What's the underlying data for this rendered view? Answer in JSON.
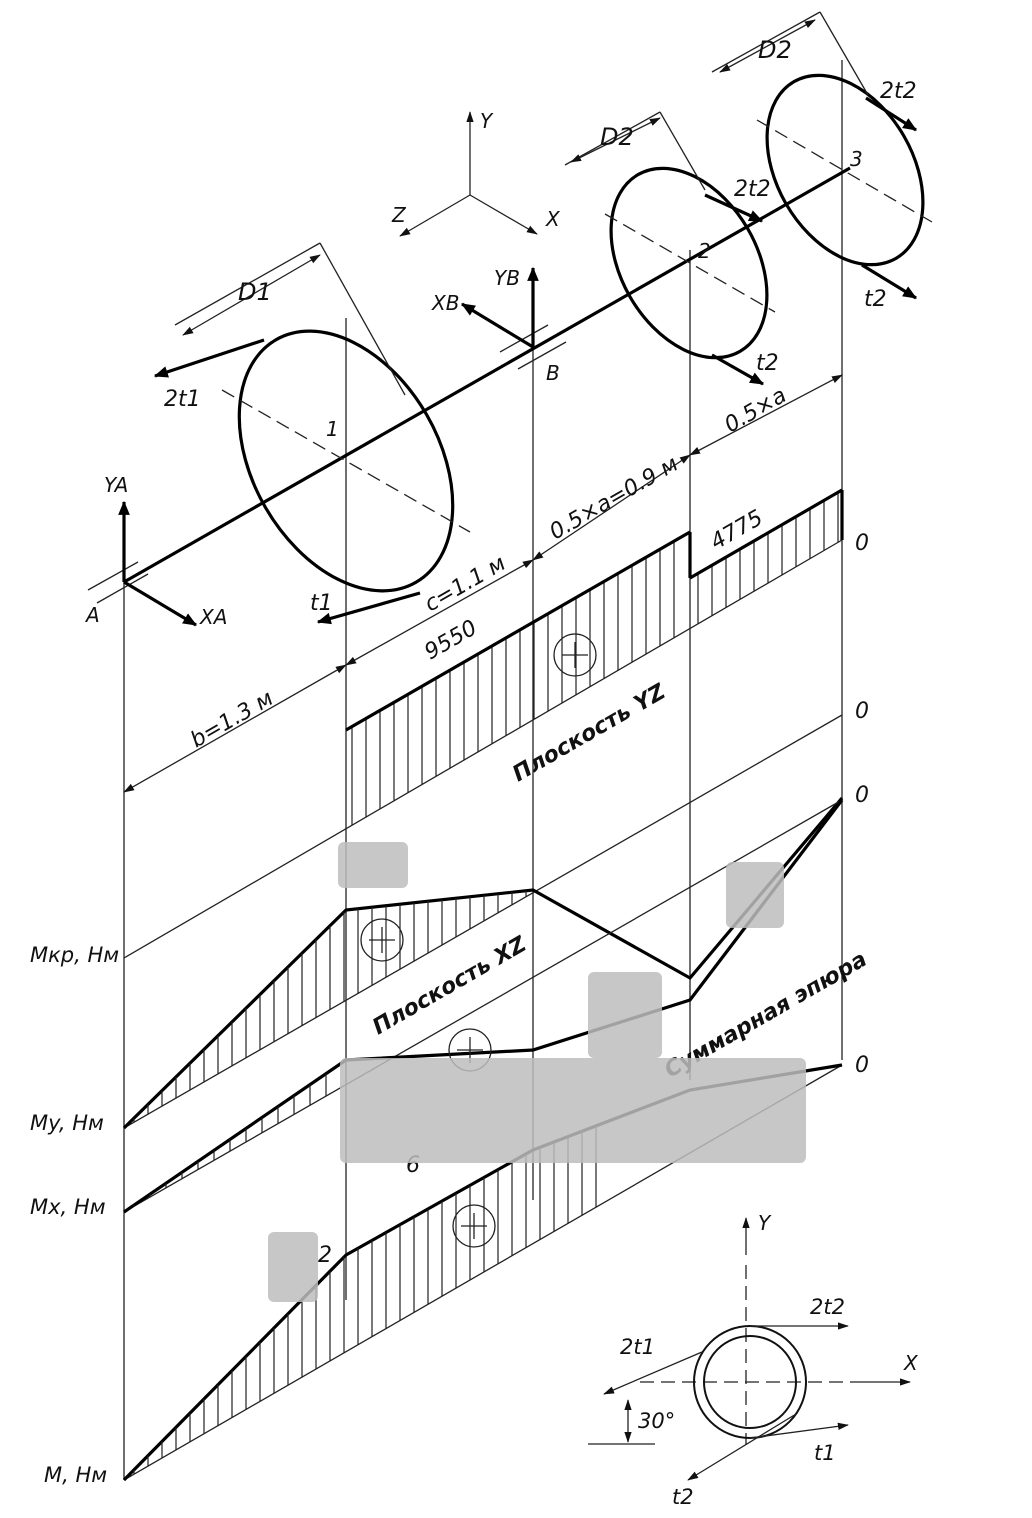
{
  "axes": {
    "y": "Y",
    "x": "X",
    "z": "Z"
  },
  "supports": {
    "a_label": "A",
    "ya_label": "YA",
    "xa_label": "XA",
    "b_label": "B",
    "yb_label": "YB",
    "xb_label": "XB"
  },
  "wheels": {
    "w1_number": "1",
    "w1_diameter": "D1",
    "w1_force_2t": "2t1",
    "w1_force_t": "t1",
    "w2_number": "2",
    "w2_diameter": "D2",
    "w2_force_2t": "2t2",
    "w2_force_t": "t2",
    "w3_number": "3",
    "w3_diameter": "D2",
    "w3_force_2t": "2t2",
    "w3_force_t": "t2"
  },
  "dimensions": {
    "b": "b=1.3 м",
    "c": "c=1.1 м",
    "half_a_value": "0.5×a=0.9 м",
    "half_a": "0.5×a"
  },
  "diagrams": {
    "torque_values": [
      "4775",
      "9550"
    ],
    "zero": "0",
    "plane_yz": "Плоскость YZ",
    "plane_xz": "Плоскость XZ",
    "total": "Суммарная эпюра",
    "plus_sign": "+"
  },
  "axis_labels": {
    "mkr": "Mкр, Нм",
    "my": "My, Нм",
    "mx": "Mx, Нм",
    "m": "M, Нм"
  },
  "partial_labels": {
    "m_value_fragment": "2",
    "xz_value_fragment": "6"
  },
  "section_view": {
    "y": "Y",
    "x": "X",
    "force_2t2": "2t2",
    "force_2t1": "2t1",
    "force_t1": "t1",
    "force_t2": "t2",
    "angle": "30°"
  }
}
